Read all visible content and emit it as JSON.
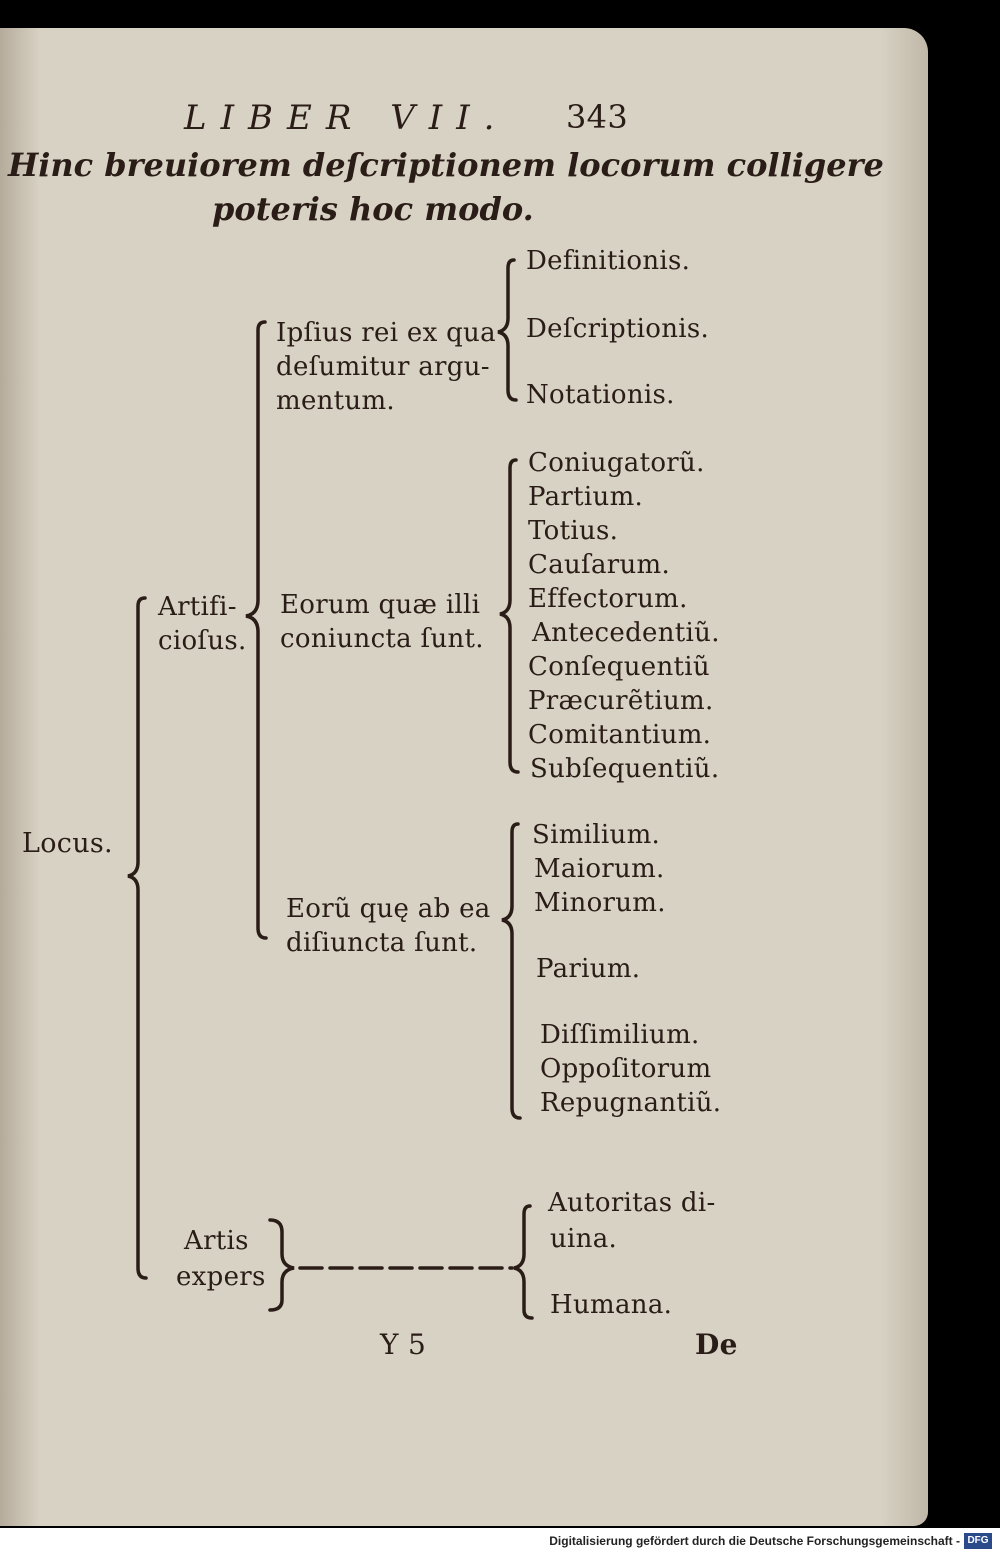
{
  "header": {
    "running_title": "LIBER VII.",
    "page_number": "343"
  },
  "heading": {
    "line1": "Hinc breuiorem deſcriptionem locorum colligere",
    "line2": "poteris hoc modo."
  },
  "tree": {
    "root": "Locus.",
    "artificiosus": {
      "line1": "Artifi-",
      "line2": "cioſus."
    },
    "ipsius": {
      "line1": "Ipſius rei ex qua",
      "line2": "deſumitur argu-",
      "line3": "mentum.",
      "items": [
        "Definitionis.",
        "Deſcriptionis.",
        "Notationis."
      ]
    },
    "coniuncta": {
      "line1": "Eorum quæ illi",
      "line2": "coniuncta ſunt.",
      "items": [
        "Coniugatorũ.",
        "Partium.",
        "Totius.",
        "Cauſarum.",
        "Effectorum.",
        "Antecedentiũ.",
        "Conſequentiũ",
        "Præcurẽtium.",
        "Comitantium.",
        "Subſequentiũ."
      ]
    },
    "disiuncta": {
      "line1": "Eorũ quę ab ea",
      "line2": "diſiuncta ſunt.",
      "items": [
        "Similium.",
        "Maiorum.",
        "Minorum.",
        "Parium.",
        "Diſſimilium.",
        "Oppoſitorum",
        "Repugnantiũ."
      ]
    },
    "artis_expers": {
      "line1": "Artis",
      "line2": "expers",
      "items": [
        "Autoritas di-",
        "uina.",
        "Humana."
      ]
    }
  },
  "signature": "Y 5",
  "catchword": "De",
  "footer": {
    "text": "Digitalisierung gefördert durch die Deutsche Forschungsgemeinschaft -",
    "logo": "DFG"
  }
}
